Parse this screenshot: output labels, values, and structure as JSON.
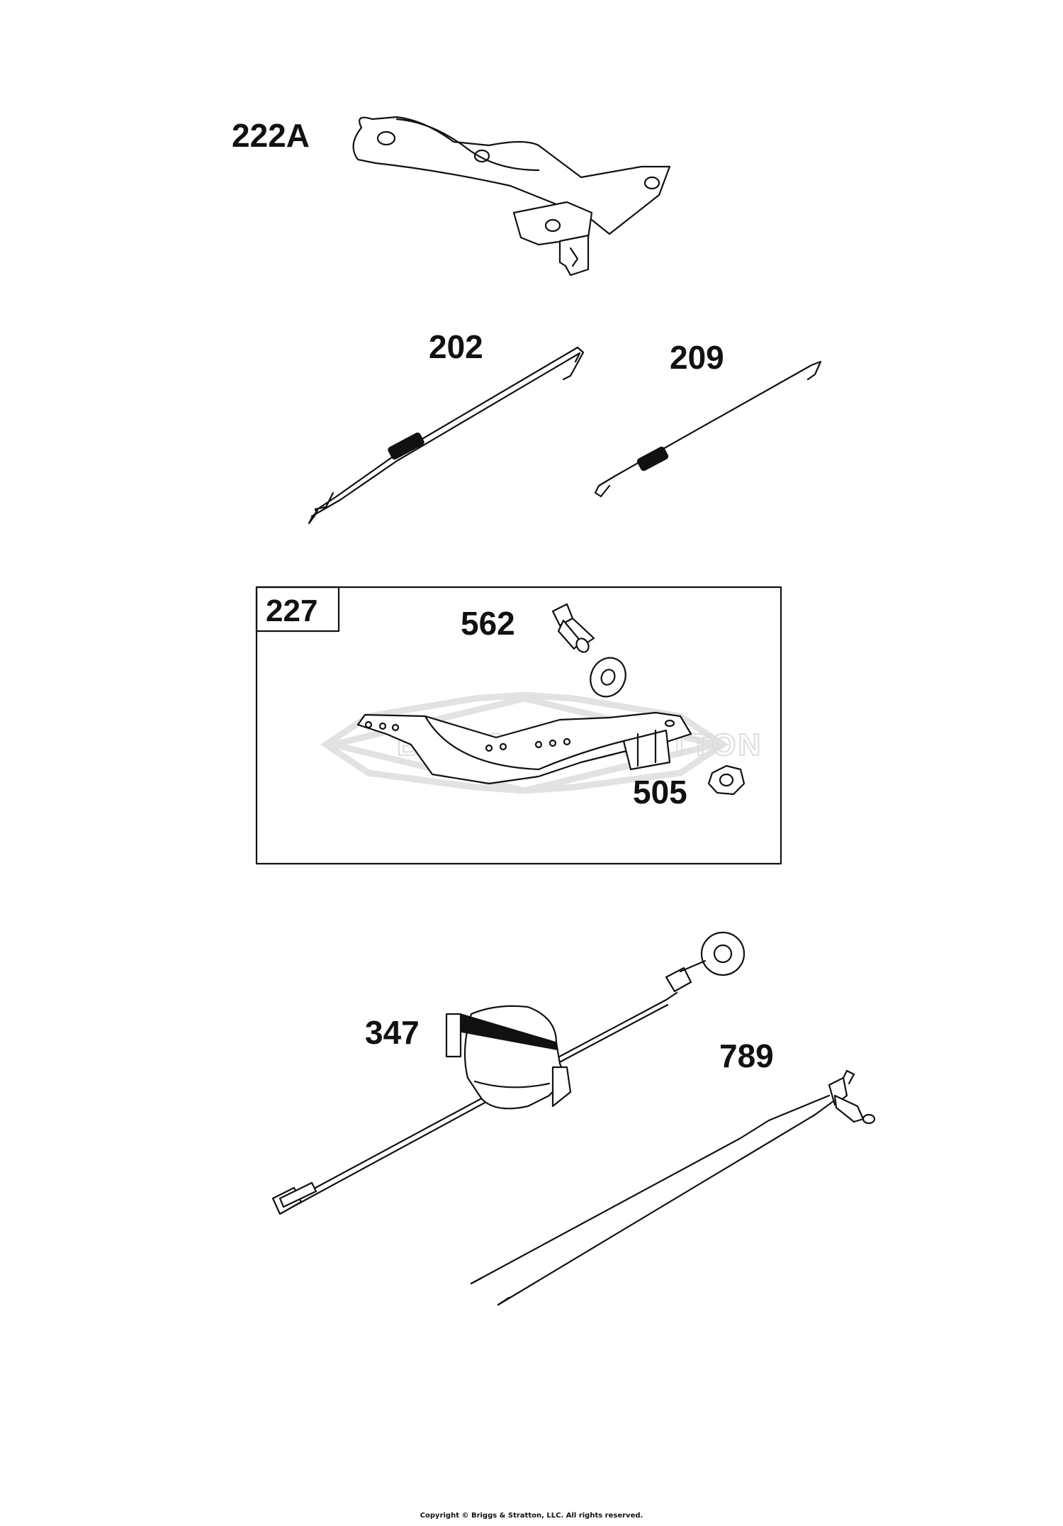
{
  "diagram": {
    "parts": [
      {
        "id": "222A"
      },
      {
        "id": "202"
      },
      {
        "id": "209"
      },
      {
        "id": "562"
      },
      {
        "id": "505"
      },
      {
        "id": "347"
      },
      {
        "id": "789"
      }
    ],
    "kit_box": {
      "label": "227"
    }
  },
  "watermark": {
    "text": "BRIGGS & STRATTON"
  },
  "footer": {
    "copyright": "Copyright © Briggs & Stratton, LLC. All rights reserved."
  }
}
